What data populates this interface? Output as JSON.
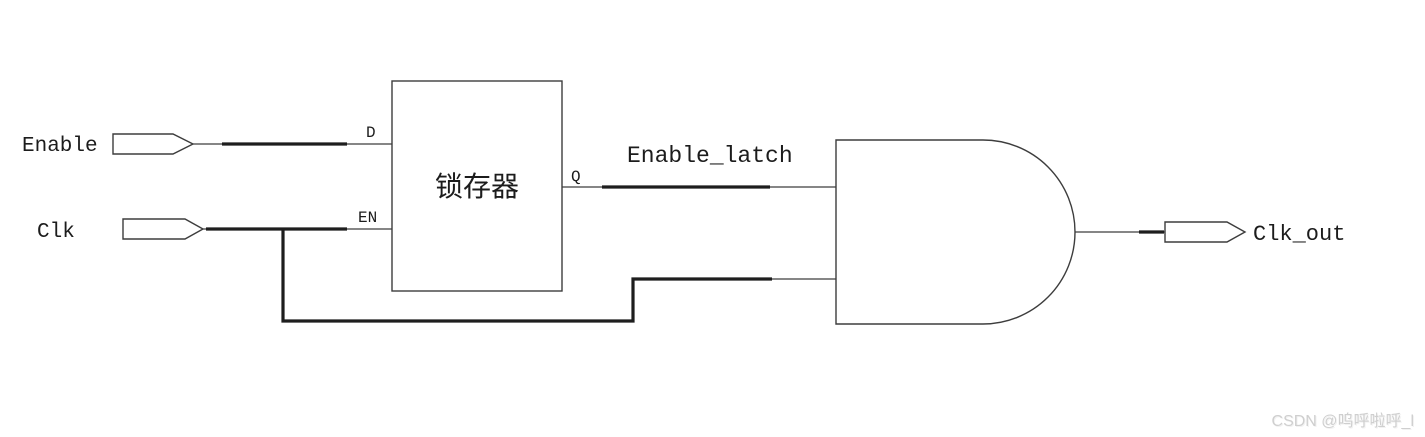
{
  "colors": {
    "background": "#ffffff",
    "line": "#3d3d3d",
    "thick_line": "#1e1e1e",
    "text": "#1c1c1c",
    "watermark": "#cfcfcf"
  },
  "inputs": [
    {
      "label": "Enable"
    },
    {
      "label": "Clk"
    }
  ],
  "latch": {
    "label": "锁存器",
    "pin_d": "D",
    "pin_en": "EN",
    "pin_q": "Q"
  },
  "gate": {
    "type": "AND"
  },
  "nets": {
    "enable_latch": "Enable_latch"
  },
  "output": {
    "label": "Clk_out"
  },
  "watermark": {
    "text": "CSDN @呜呼啦呼_l"
  }
}
